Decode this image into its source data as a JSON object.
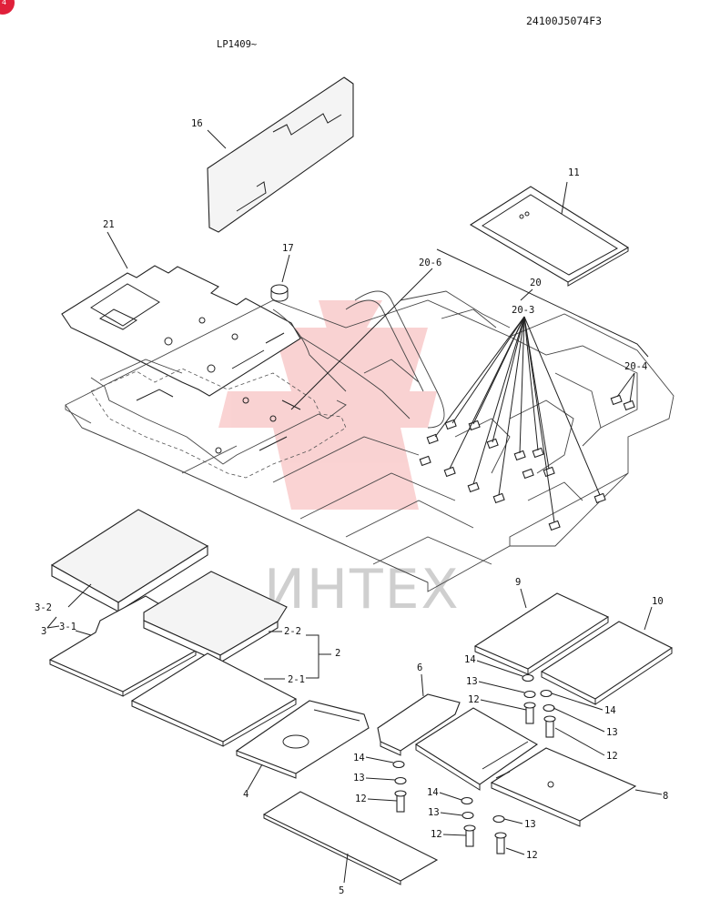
{
  "doc_code": "24100J5074F3",
  "serial_note": "LP1409~",
  "watermark": "ИНТЕХ",
  "badge_text": "4",
  "callouts": {
    "c16": "16",
    "c11": "11",
    "c21": "21",
    "c17": "17",
    "c20_6": "20-6",
    "c20": "20",
    "c20_3": "20-3",
    "c20_4": "20-4",
    "c3_2": "3-2",
    "c3": "3",
    "c3_1": "3-1",
    "c2_2": "2-2",
    "c2": "2",
    "c2_1": "2-1",
    "c9": "9",
    "c10": "10",
    "c6": "6",
    "c4": "4",
    "c5": "5",
    "c8": "8",
    "c14a": "14",
    "c13a": "13",
    "c12a": "12",
    "c14b": "14",
    "c13b": "13",
    "c12b": "12",
    "c14c": "14",
    "c13c": "13",
    "c12c": "12",
    "c14d": "14",
    "c13d": "13",
    "c12d": "12",
    "c13e": "13",
    "c12e": "12"
  }
}
